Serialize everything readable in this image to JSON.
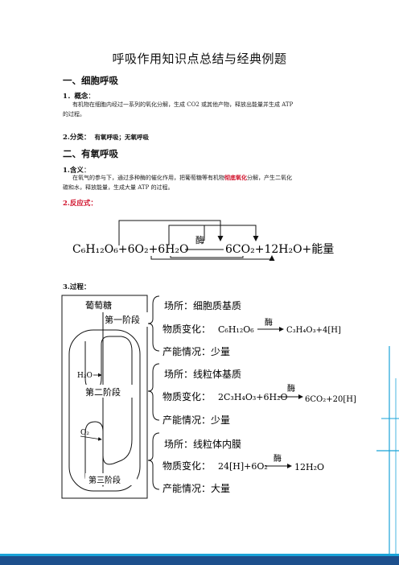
{
  "doc": {
    "title": "呼吸作用知识点总结与经典例题",
    "s1": {
      "heading": "一、细胞呼吸",
      "concept_label": "1．概念",
      "concept_colon": "：",
      "concept_line1": "有机物在细胞内经过一系列的氧化分解，生成 CO2 或其他产物，释放出能量并生成 ATP",
      "concept_line2": "的过程。",
      "class_label": "2.分类：",
      "class_values": "有氧呼吸；无氧呼吸"
    },
    "s2": {
      "heading": "二、有氧呼吸",
      "meaning_label": "1.含义",
      "meaning_colon": "：",
      "meaning_line1_a": "在氧气的参与下，通过多种酶的催化作用，把葡萄糖等有机物",
      "meaning_line1_b": "彻底氧化",
      "meaning_line1_c": "分解，产生二氧化",
      "meaning_line2": "碳和水，释放能量，生成大量 ATP 的过程。",
      "reaction_label": "2.反应式：",
      "process_label": "3.过程："
    },
    "equation": {
      "enzyme": "酶",
      "left": "C₆H₁₂O₆+6O₂+6H₂O",
      "right": "6CO₂+12H₂O+能量"
    },
    "process": {
      "glucose": "葡萄糖",
      "stage1": "第一阶段",
      "stage2": "第二阶段",
      "stage3": "第三阶段",
      "h2o": "H₂O",
      "o2": "O₂",
      "p1_place": "场所：细胞质基质",
      "p1_change_label": "物质变化：",
      "p1_reactant": "C₆H₁₂O₆",
      "p1_enzyme": "酶",
      "p1_product": "C₃H₄O₃+4[H]",
      "p1_energy": "产能情况：少量",
      "p2_place": "场所：线粒体基质",
      "p2_change_label": "物质变化：",
      "p2_reactant": "2C₃H₄O₃+6H₂O",
      "p2_enzyme": "酶",
      "p2_product": "6CO₂+20[H]",
      "p2_energy": "产能情况：少量",
      "p3_place": "场所：线粒体内膜",
      "p3_change_label": "物质变化：",
      "p3_reactant": "24[H]+6O₂",
      "p3_enzyme": "酶",
      "p3_product": "12H₂O",
      "p3_energy": "产能情况：大量"
    },
    "colors": {
      "accent_red": "#d0102a",
      "deco_blue": "#1aa3d8",
      "footer_dark": "#1d4f8c"
    }
  }
}
